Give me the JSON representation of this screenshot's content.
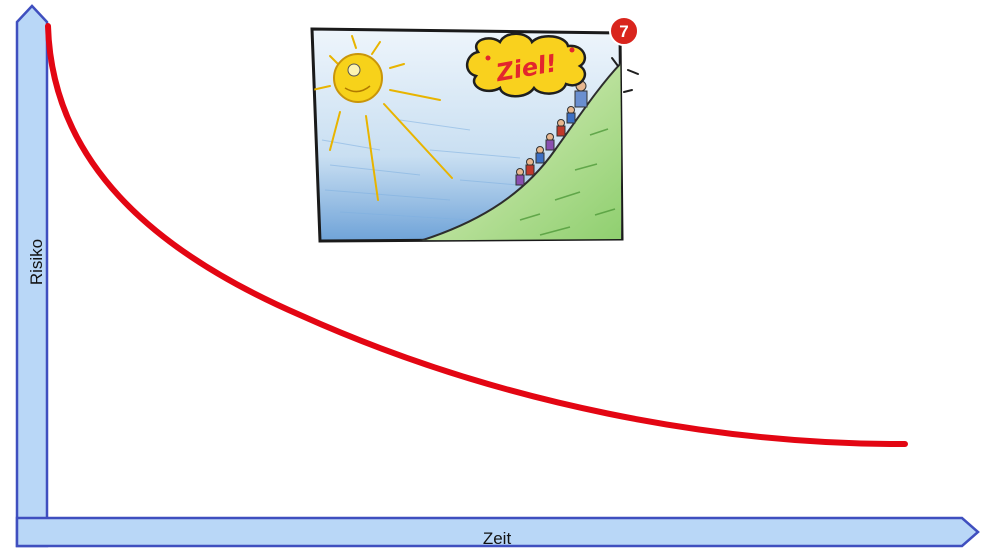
{
  "axes": {
    "y_label": "Risiko",
    "x_label": "Zeit"
  },
  "illustration": {
    "goal_text": "Ziel!",
    "badge_number": "7"
  },
  "colors": {
    "axis_fill": "#b9d7f7",
    "axis_stroke": "#3f4fbf",
    "curve": "#e30613",
    "badge": "#d9251d"
  },
  "chart_data": {
    "type": "line",
    "title": "",
    "xlabel": "Zeit",
    "ylabel": "Risiko",
    "shape": "exponential decay",
    "series": [
      {
        "name": "",
        "color": "#e30613",
        "x": [
          0,
          0.1,
          0.25,
          0.5,
          0.75,
          1.0
        ],
        "y": [
          1.0,
          0.72,
          0.47,
          0.23,
          0.11,
          0.05
        ]
      }
    ]
  }
}
